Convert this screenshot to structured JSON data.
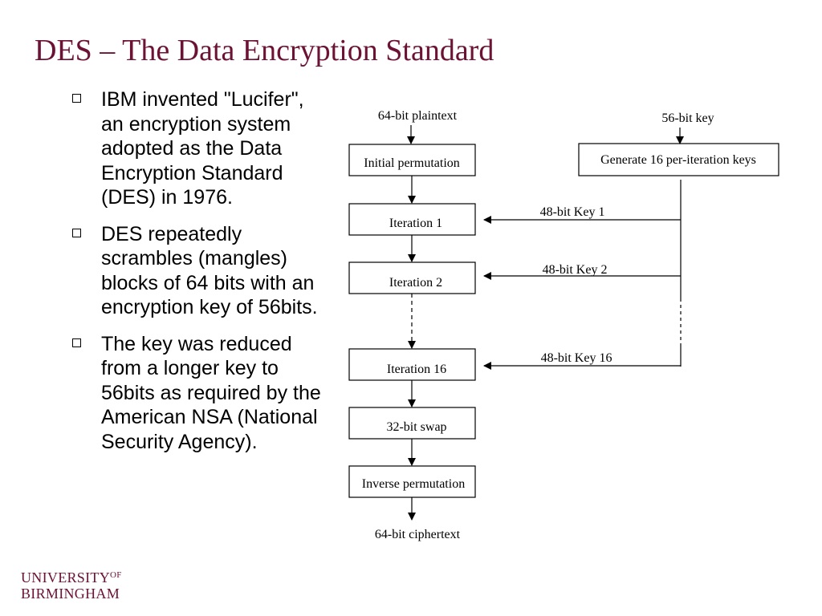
{
  "slide": {
    "title": "DES – The Data Encryption Standard",
    "bullets": [
      "IBM invented \"Lucifer\", an encryption system adopted as the Data Encryption Standard (DES) in 1976.",
      "DES repeatedly scrambles (mangles) blocks of 64 bits with an encryption key of 56bits.",
      "The key was reduced from a longer key to 56bits as required by the American NSA (National Security Agency)."
    ]
  },
  "diagram": {
    "plaintext_label": "64-bit plaintext",
    "key_label": "56-bit key",
    "initial_permutation": "Initial permutation",
    "generate_keys": "Generate 16 per-iteration keys",
    "iteration_1": "Iteration 1",
    "iteration_2": "Iteration 2",
    "iteration_16": "Iteration 16",
    "swap": "32-bit swap",
    "inverse_permutation": "Inverse permutation",
    "ciphertext_label": "64-bit ciphertext",
    "key_1_label": "48-bit Key 1",
    "key_2_label": "48-bit Key 2",
    "key_16_label": "48-bit Key 16"
  },
  "logo": {
    "line1": "UNIVERSITY",
    "of": "OF",
    "line2": "BIRMINGHAM"
  },
  "colors": {
    "title": "#6b1235",
    "text": "#000000",
    "background": "#ffffff"
  }
}
